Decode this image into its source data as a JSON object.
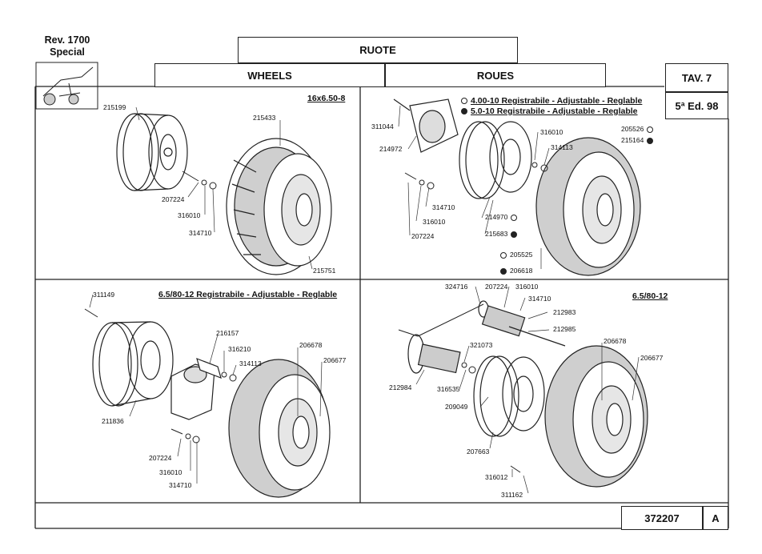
{
  "header": {
    "rev": "Rev. 1700",
    "model": "Special",
    "title_it": "RUOTE",
    "title_en": "WHEELS",
    "title_fr": "ROUES",
    "table": "TAV. 7",
    "edition": "5ª Ed. 98"
  },
  "footer": {
    "code": "372207",
    "letter": "A"
  },
  "panels": {
    "tl": {
      "title": "16x6.50-8",
      "parts": {
        "p215199": "215199",
        "p215433": "215433",
        "p207224": "207224",
        "p316010": "316010",
        "p314710": "314710",
        "p215751": "215751"
      }
    },
    "tr": {
      "legend1": "4.00-10 Registrabile - Adjustable - Reglable",
      "legend2": "5.0-10 Registrabile - Adjustable - Reglable",
      "parts": {
        "p311044": "311044",
        "p214972": "214972",
        "p316010a": "316010",
        "p314113": "314113",
        "p205526": "205526",
        "p215164": "215164",
        "p314710": "314710",
        "p316010b": "316010",
        "p207224": "207224",
        "p214970": "214970",
        "p215683": "215683",
        "p205525": "205525",
        "p206618": "206618"
      }
    },
    "bl": {
      "title": "6.5/80-12 Registrabile - Adjustable - Reglable",
      "parts": {
        "p311149": "311149",
        "p216157": "216157",
        "p316210": "316210",
        "p314113": "314113",
        "p206678": "206678",
        "p206677": "206677",
        "p211836": "211836",
        "p207224": "207224",
        "p316010": "316010",
        "p314710": "314710"
      }
    },
    "br": {
      "title": "6.5/80-12",
      "parts": {
        "p324716": "324716",
        "p207224": "207224",
        "p316010": "316010",
        "p314710": "314710",
        "p212983": "212983",
        "p212985": "212985",
        "p321073": "321073",
        "p206678": "206678",
        "p206677": "206677",
        "p212984": "212984",
        "p316535": "316535",
        "p209049": "209049",
        "p207663": "207663",
        "p316012": "316012",
        "p311162": "311162"
      }
    }
  }
}
